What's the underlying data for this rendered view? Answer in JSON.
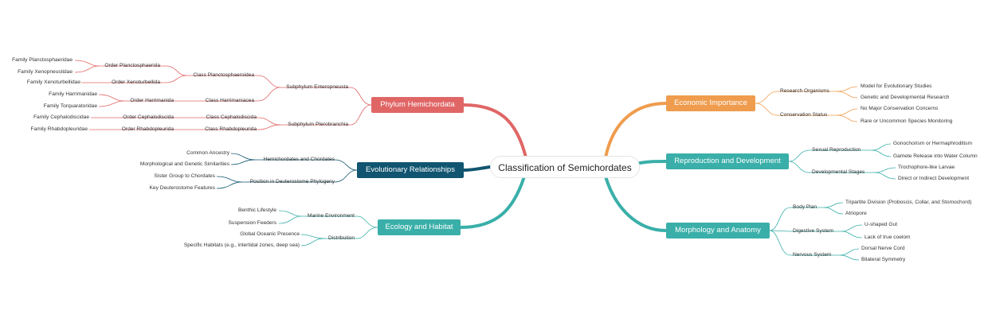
{
  "title": "Classification of Semichordates",
  "colors": {
    "red": "#e06666",
    "navy": "#115570",
    "teal": "#3aafa9",
    "orange": "#ef9c4e",
    "line_teal": "#2fb2a7"
  },
  "branches": {
    "phylum": {
      "label": "Phylum Hemichordata",
      "sub1": {
        "label": "Subphylum Enteropneusta",
        "class1": {
          "label": "Class Planctosphaeroidea",
          "order1": {
            "label": "Order Planctosphaerida",
            "families": [
              "Family Planctosphaeridae",
              "Family Xenopneustidae"
            ]
          },
          "order2": {
            "label": "Order Xenoturbellida",
            "families": [
              "Family Xenoturbellidae"
            ]
          }
        },
        "class2": {
          "label": "Class Harrimaniacea",
          "order1": {
            "label": "Order Harrimanida",
            "families": [
              "Family Harrimanidae",
              "Family Torquaratoridae"
            ]
          }
        }
      },
      "sub2": {
        "label": "Subphylum Pterobranchia",
        "class1": {
          "label": "Class Cephalodiscida",
          "order": "Order Cephalodiscida",
          "family": "Family Cephalodiscidae"
        },
        "class2": {
          "label": "Class Rhabdopleurida",
          "order": "Order Rhabdopleurida",
          "family": "Family Rhabdopleuridae"
        }
      }
    },
    "evolution": {
      "label": "Evolutionary Relationships",
      "hc": {
        "label": "Hemichordates and Chordates",
        "items": [
          "Common Ancestry",
          "Morphological and Genetic Similarities"
        ]
      },
      "pos": {
        "label": "Position in Deuterostome Phylogeny",
        "items": [
          "Sister Group to Chordates",
          "Key Deuterostome Features"
        ]
      }
    },
    "ecology": {
      "label": "Ecology and Habitat",
      "marine": {
        "label": "Marine Environment",
        "items": [
          "Benthic Lifestyle",
          "Suspension Feeders"
        ]
      },
      "dist": {
        "label": "Distribution",
        "items": [
          "Global Oceanic Presence",
          "Specific Habitats (e.g., intertidal zones, deep sea)"
        ]
      }
    },
    "economic": {
      "label": "Economic Importance",
      "research": {
        "label": "Research Organisms",
        "items": [
          "Model for Evolutionary Studies",
          "Genetic and Developmental Research"
        ]
      },
      "conservation": {
        "label": "Conservation Status",
        "items": [
          "No Major Conservation Concerns",
          "Rare or Uncommon Species Monitoring"
        ]
      }
    },
    "reproduction": {
      "label": "Reproduction and Development",
      "sexual": {
        "label": "Sexual Reproduction",
        "items": [
          "Gonochorism or Hermaphroditism",
          "Gamete Release into Water Column"
        ]
      },
      "dev": {
        "label": "Developmental Stages",
        "items": [
          "Trochophore-like Larvae",
          "Direct or Indirect Development"
        ]
      }
    },
    "morphology": {
      "label": "Morphology and Anatomy",
      "body": {
        "label": "Body Plan",
        "items": [
          "Tripartite Division (Proboscis, Collar, and Stomochord)",
          "Atriopore"
        ]
      },
      "digestive": {
        "label": "Digestive System",
        "items": [
          "U-shaped Gut",
          "Lack of true coelom"
        ]
      },
      "nervous": {
        "label": "Nervous System",
        "items": [
          "Dorsal Nerve Cord",
          "Bilateral Symmetry"
        ]
      }
    }
  }
}
